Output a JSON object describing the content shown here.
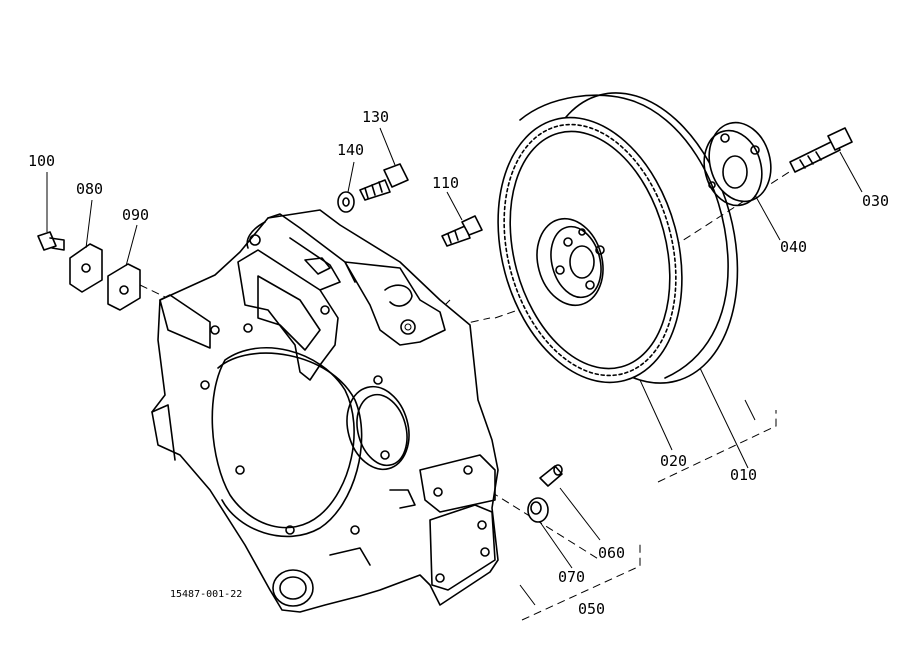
{
  "labels": {
    "p010": "010",
    "p020": "020",
    "p030": "030",
    "p040": "040",
    "p050": "050",
    "p060": "060",
    "p070": "070",
    "p080": "080",
    "p090": "090",
    "p100": "100",
    "p110": "110",
    "p130": "130",
    "p140": "140"
  },
  "drawing_code": "15487-001-22"
}
